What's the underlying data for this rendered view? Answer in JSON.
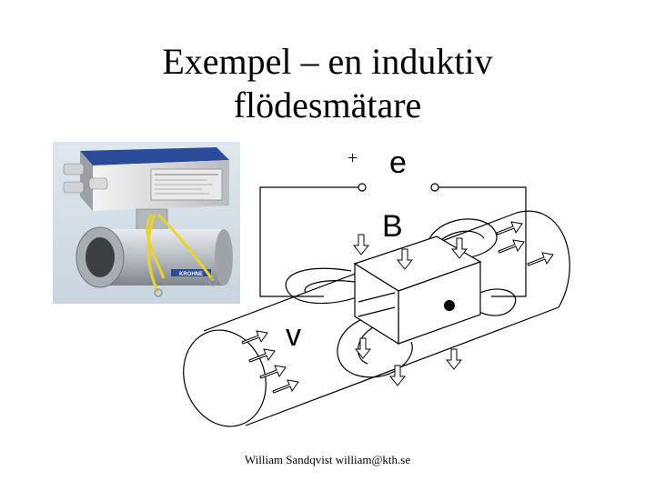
{
  "slide": {
    "title_line1": "Exempel – en induktiv",
    "title_line2": "flödesmätare",
    "footer": "William Sandqvist  william@kth.se"
  },
  "photo": {
    "nameplate_text": "KROHNE",
    "housing_color": "#2a4a9a",
    "cable_color": "#e8d42a"
  },
  "diagram": {
    "plus_label": "+",
    "emf_label": "e",
    "field_label": "B",
    "velocity_label": "v"
  }
}
